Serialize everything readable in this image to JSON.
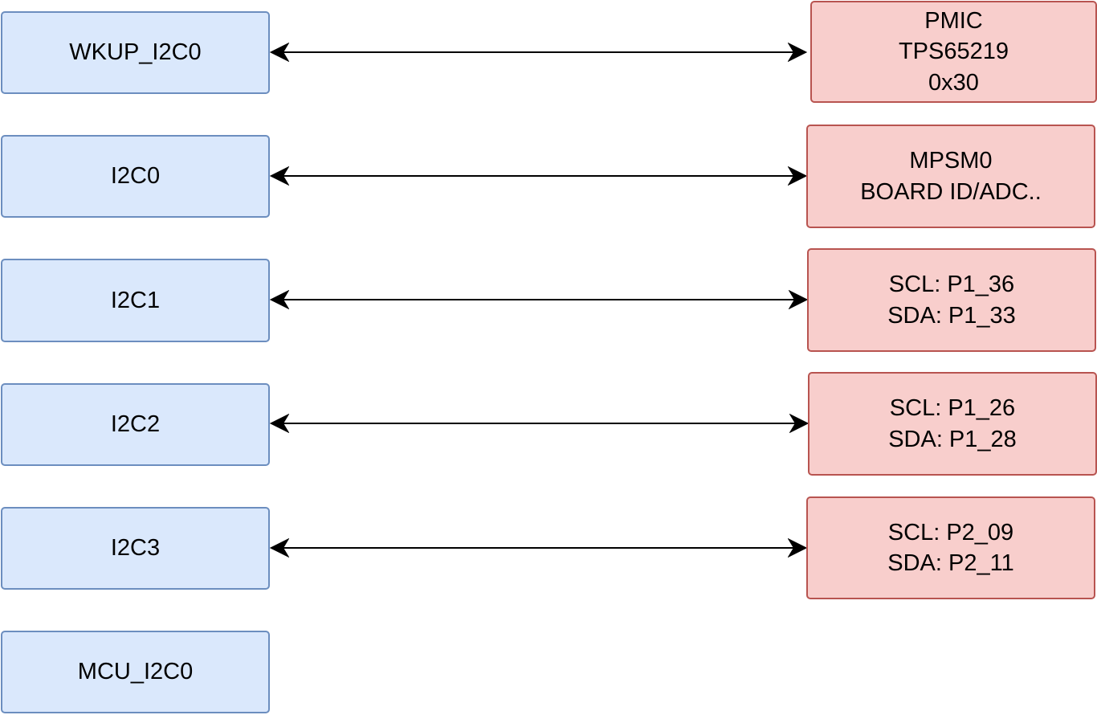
{
  "colors": {
    "controller_fill": "#dae8fc",
    "controller_border": "#6c8ebf",
    "device_fill": "#f8cecc",
    "device_border": "#b85450",
    "edge": "#000000"
  },
  "controllers": [
    {
      "label": "WKUP_I2C0"
    },
    {
      "label": "I2C0"
    },
    {
      "label": "I2C1"
    },
    {
      "label": "I2C2"
    },
    {
      "label": "I2C3"
    },
    {
      "label": "MCU_I2C0"
    }
  ],
  "devices": [
    {
      "lines": [
        "PMIC",
        "TPS65219",
        "0x30"
      ]
    },
    {
      "lines": [
        "MPSM0",
        "BOARD ID/ADC.."
      ]
    },
    {
      "lines": [
        "SCL: P1_36",
        "SDA: P1_33"
      ]
    },
    {
      "lines": [
        "SCL: P1_26",
        "SDA: P1_28"
      ]
    },
    {
      "lines": [
        "SCL: P2_09",
        "SDA: P2_11"
      ]
    }
  ],
  "connections": [
    {
      "from": "WKUP_I2C0",
      "to": "device-0",
      "direction": "bidirectional"
    },
    {
      "from": "I2C0",
      "to": "device-1",
      "direction": "bidirectional"
    },
    {
      "from": "I2C1",
      "to": "device-2",
      "direction": "bidirectional"
    },
    {
      "from": "I2C2",
      "to": "device-3",
      "direction": "bidirectional"
    },
    {
      "from": "I2C3",
      "to": "device-4",
      "direction": "bidirectional"
    }
  ]
}
